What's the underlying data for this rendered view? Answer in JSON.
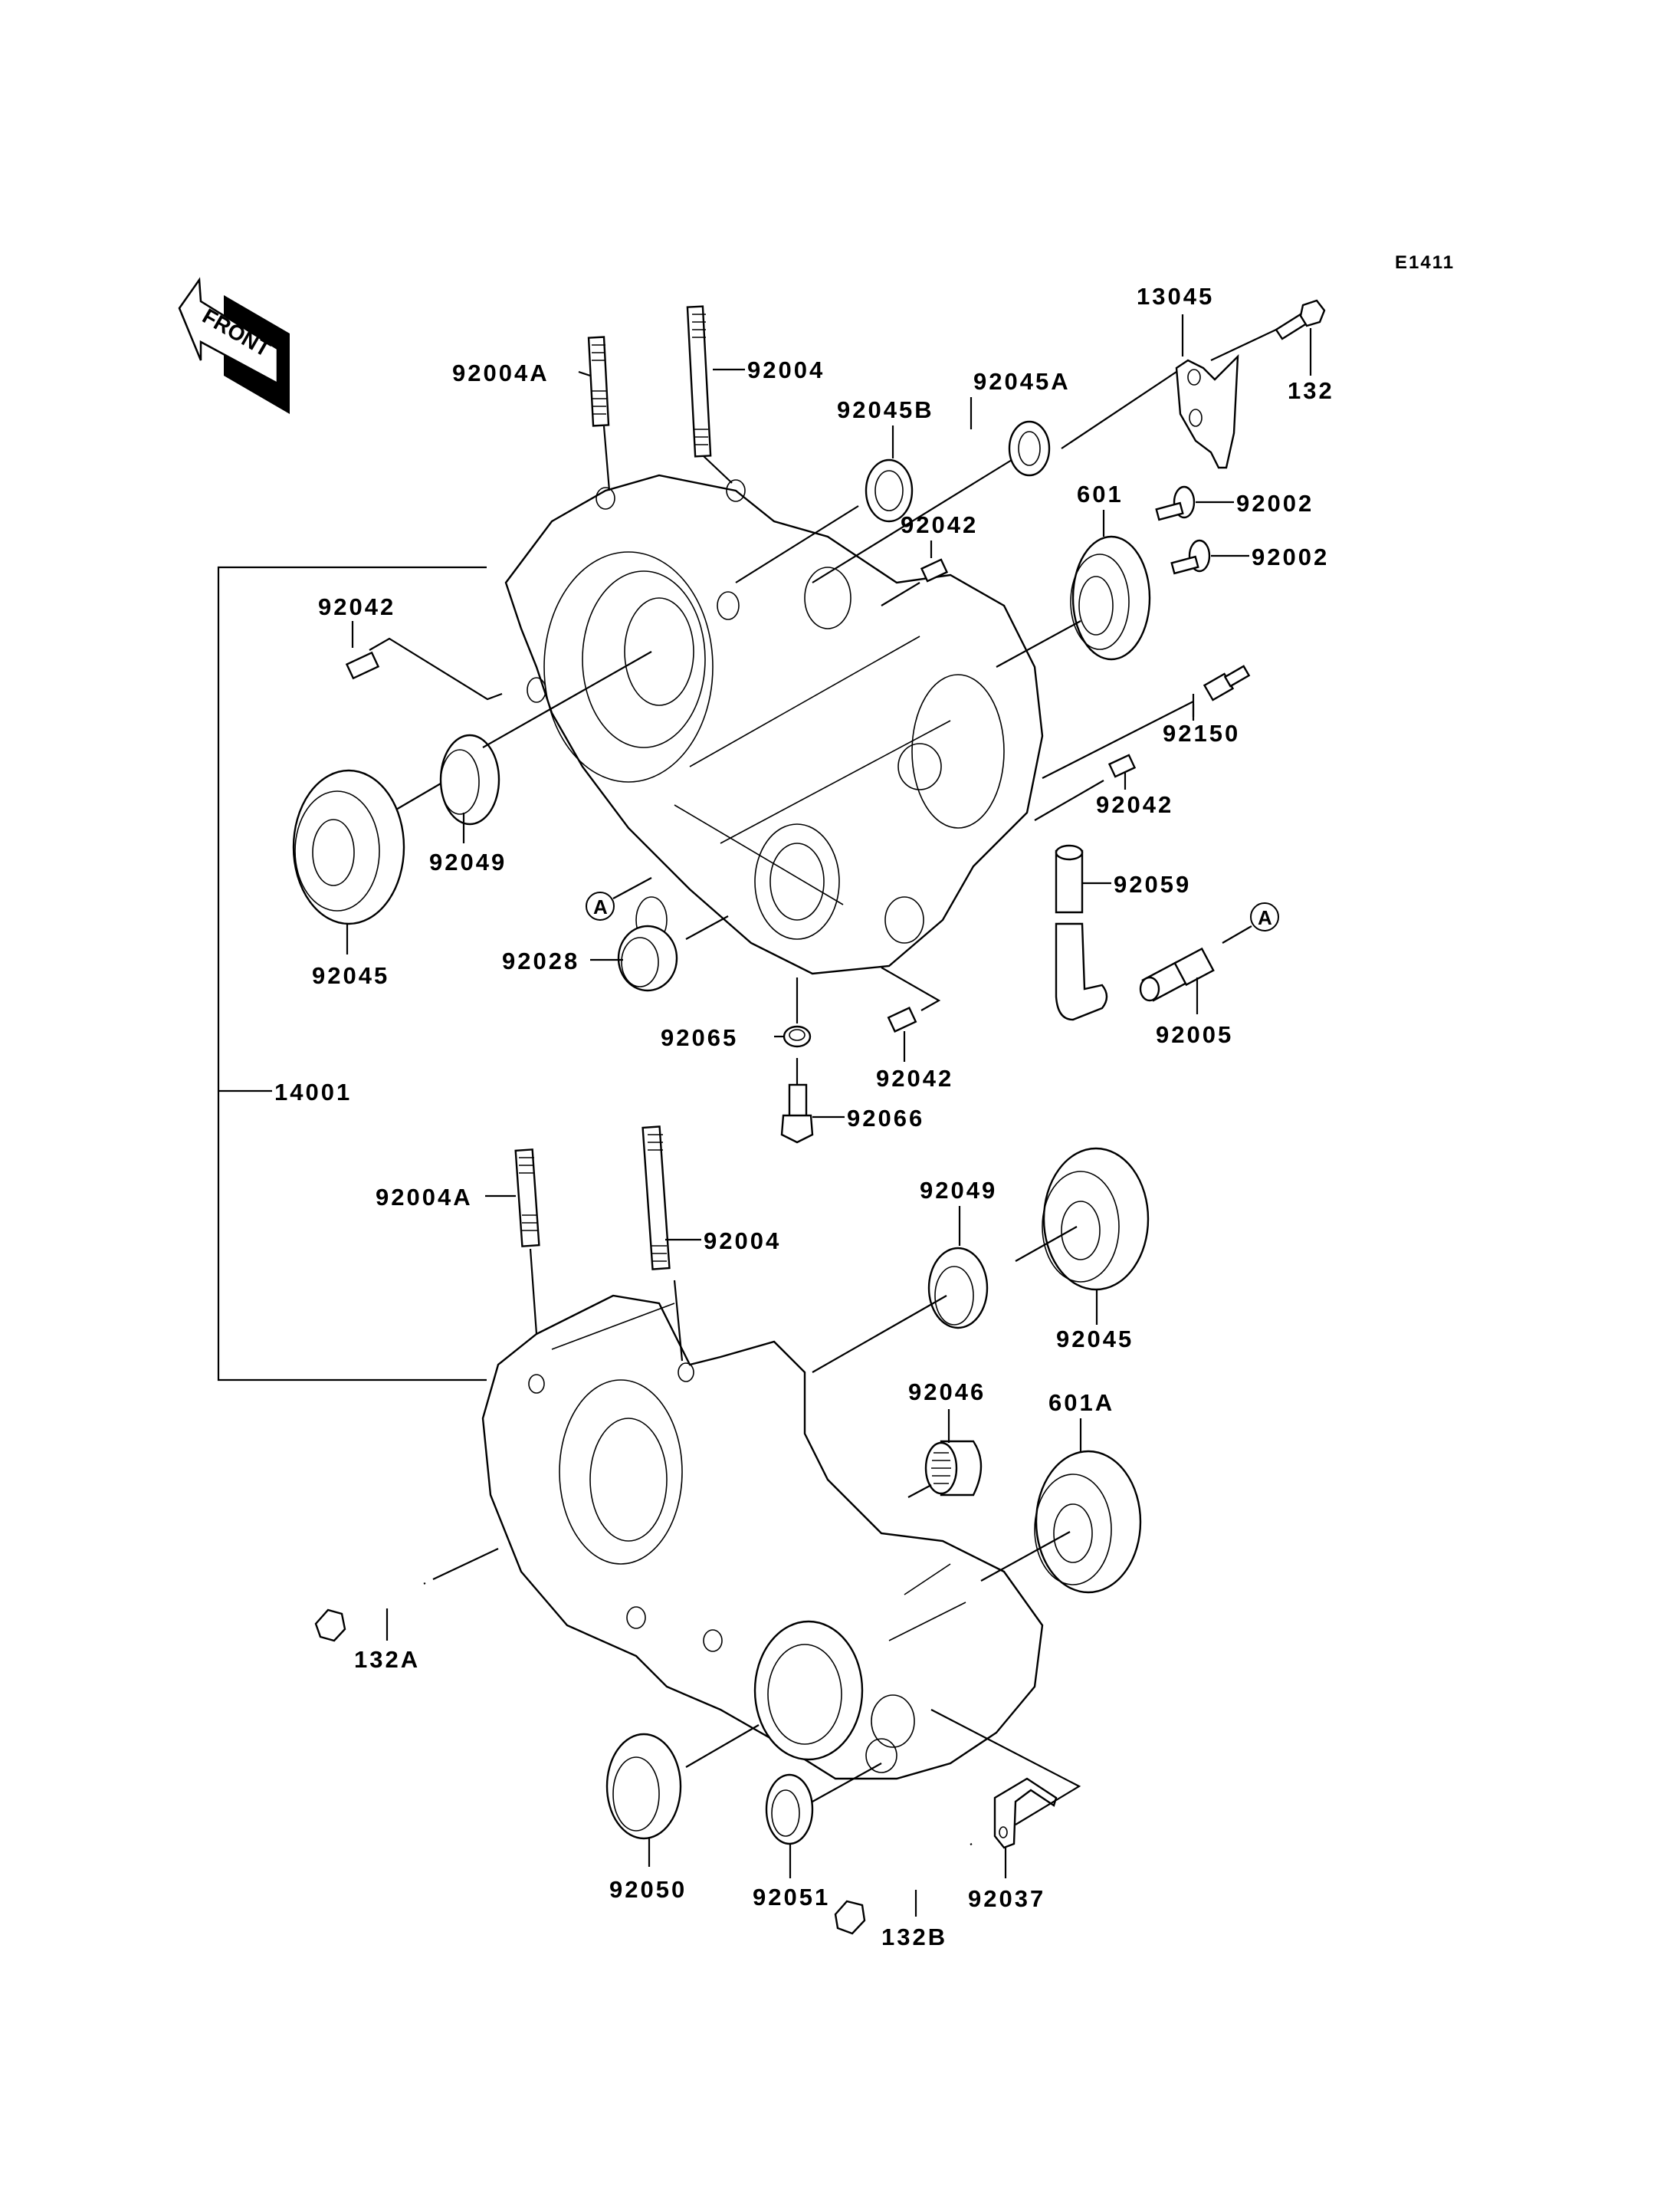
{
  "diagram": {
    "reference_code": "E1411",
    "front_indicator": "FRONT",
    "connector_marker": "A",
    "labels": {
      "stud_92004A_upper": "92004A",
      "stud_92004_upper": "92004",
      "bearing_92045B": "92045B",
      "bearing_92045A": "92045A",
      "bracket_13045": "13045",
      "bolt_132": "132",
      "bearing_601": "601",
      "dowel_92042_top": "92042",
      "bolt_92002_a": "92002",
      "bolt_92002_b": "92002",
      "dowel_92042_left": "92042",
      "fitting_92150": "92150",
      "seal_92049_upper": "92049",
      "bearing_92045_left": "92045",
      "dowel_92042_right": "92042",
      "hose_92059": "92059",
      "collar_92028": "92028",
      "washer_92065": "92065",
      "dowel_92042_lower": "92042",
      "plug_92066": "92066",
      "fitting_92005": "92005",
      "crankcase_14001": "14001",
      "stud_92004A_lower": "92004A",
      "stud_92004_lower": "92004",
      "seal_92049_lower": "92049",
      "bearing_92045_lower": "92045",
      "needle_bearing_92046": "92046",
      "bearing_601A": "601A",
      "bolt_132A": "132A",
      "seal_92050": "92050",
      "seal_92051": "92051",
      "clamp_92037": "92037",
      "bolt_132B": "132B"
    }
  }
}
